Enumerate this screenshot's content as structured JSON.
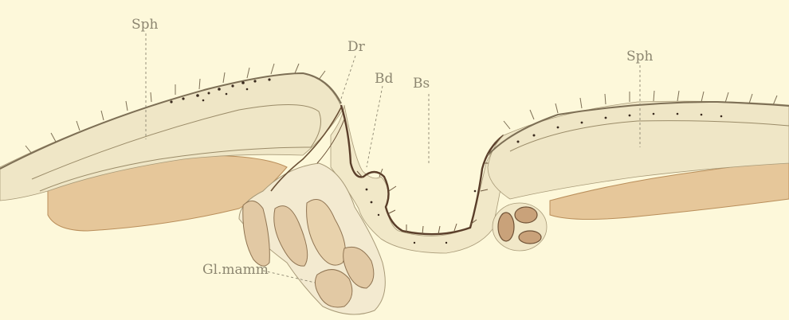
{
  "labels": {
    "sph_left": "Sph",
    "dr": "Dr",
    "bd": "Bd",
    "bs": "Bs",
    "sph_right": "Sph",
    "gl_mamm": "Gl.mamm"
  },
  "colors": {
    "background": "#fdf8da",
    "outline": "#7d6f55",
    "dark_line": "#5a3e2a",
    "dermis_fill": "#efe6c6",
    "fat_fill": "#e6c79a",
    "fat_shade": "#d8b07c",
    "gland_fill": "#e2c9a4",
    "label_ink": "#8c8670"
  }
}
